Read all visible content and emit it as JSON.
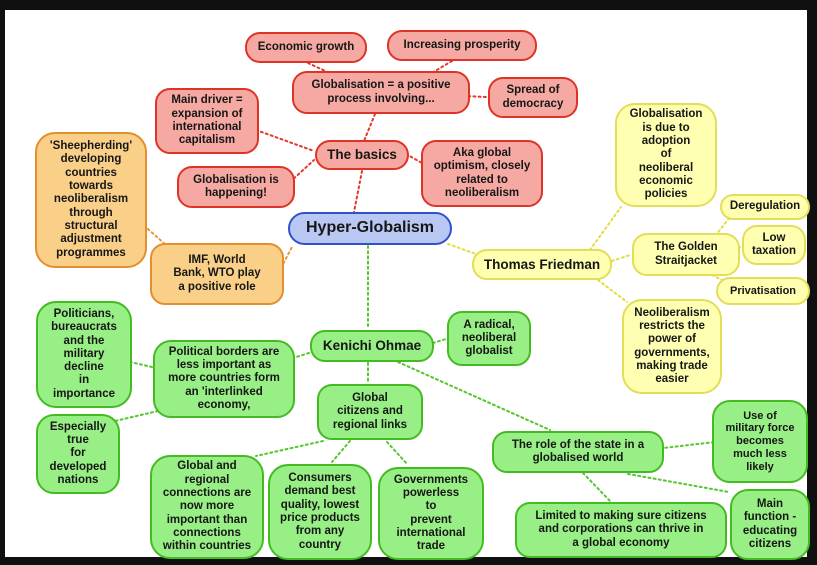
{
  "title": "Hyper-Globalism mind map",
  "colors": {
    "background": "#ffffff",
    "frame": "#101010",
    "red_fill": "#f5a9a2",
    "red_border": "#dd3427",
    "orange_fill": "#fad089",
    "orange_border": "#e2902e",
    "yellow_fill": "#feffb0",
    "yellow_border": "#e3de58",
    "green_fill": "#98ef85",
    "green_border": "#44bb22",
    "blue_fill": "#b9c8f2",
    "blue_border": "#2e52c9",
    "text": "#161616"
  },
  "nodes": [
    {
      "id": "economic-growth",
      "group": "red",
      "label": "Economic growth"
    },
    {
      "id": "increasing-prosperity",
      "group": "red",
      "label": "Increasing prosperity"
    },
    {
      "id": "globalisation-positive",
      "group": "red",
      "label": "Globalisation = a positive\nprocess involving..."
    },
    {
      "id": "spread-democracy",
      "group": "red",
      "label": "Spread of\ndemocracy"
    },
    {
      "id": "main-driver",
      "group": "red",
      "label": "Main driver =\nexpansion of\ninternational\ncapitalism"
    },
    {
      "id": "the-basics",
      "group": "red",
      "label": "The basics"
    },
    {
      "id": "globalisation-happening",
      "group": "red",
      "label": "Globalisation is\nhappening!"
    },
    {
      "id": "aka-global-optimism",
      "group": "red",
      "label": "Aka global\noptimism, closely\nrelated to\nneoliberalism"
    },
    {
      "id": "sheepherding",
      "group": "orange",
      "label": "'Sheepherding'\ndeveloping\ncountries\ntowards\nneoliberalism\nthrough\nstructural\nadjustment\nprogrammes"
    },
    {
      "id": "imf-world-bank",
      "group": "orange",
      "label": "IMF, World\nBank, WTO play\na positive role"
    },
    {
      "id": "hyper-globalism",
      "group": "blue",
      "label": "Hyper-Globalism"
    },
    {
      "id": "globalisation-due",
      "group": "yellow",
      "label": "Globalisation\nis due to\nadoption\nof\nneoliberal\neconomic\npolicies"
    },
    {
      "id": "deregulation",
      "group": "yellow",
      "label": "Deregulation"
    },
    {
      "id": "golden-straitjacket",
      "group": "yellow",
      "label": "The Golden\nStraitjacket"
    },
    {
      "id": "low-taxation",
      "group": "yellow",
      "label": "Low\ntaxation"
    },
    {
      "id": "privatisation",
      "group": "yellow",
      "label": "Privatisation"
    },
    {
      "id": "thomas-friedman",
      "group": "yellow",
      "label": "Thomas Friedman"
    },
    {
      "id": "neoliberalism-restricts",
      "group": "yellow",
      "label": "Neoliberalism\nrestricts the\npower of\ngovernments,\nmaking trade\neasier"
    },
    {
      "id": "radical-globalist",
      "group": "green",
      "label": "A radical,\nneoliberal\nglobalist"
    },
    {
      "id": "kenichi-ohmae",
      "group": "green",
      "label": "Kenichi Ohmae"
    },
    {
      "id": "politicians-decline",
      "group": "green",
      "label": "Politicians,\nbureaucrats\nand the\nmilitary\ndecline\nin\nimportance"
    },
    {
      "id": "political-borders",
      "group": "green",
      "label": "Political borders are\nless important as\nmore countries form\nan 'interlinked\neconomy,"
    },
    {
      "id": "especially-true",
      "group": "green",
      "label": "Especially\ntrue\nfor\ndeveloped\nnations"
    },
    {
      "id": "global-citizens",
      "group": "green",
      "label": "Global\ncitizens and\nregional links"
    },
    {
      "id": "global-regional-connections",
      "group": "green",
      "label": "Global and\nregional\nconnections are\nnow more\nimportant than\nconnections\nwithin countries"
    },
    {
      "id": "consumers-demand",
      "group": "green",
      "label": "Consumers\ndemand best\nquality, lowest\nprice products\nfrom any\ncountry"
    },
    {
      "id": "governments-powerless",
      "group": "green",
      "label": "Governments\npowerless\nto\nprevent\ninternational\ntrade"
    },
    {
      "id": "role-of-state",
      "group": "green",
      "label": "The role of the state in a\nglobalised world"
    },
    {
      "id": "military-force",
      "group": "green",
      "label": "Use of\nmilitary force\nbecomes\nmuch less\nlikely"
    },
    {
      "id": "limited-to",
      "group": "green",
      "label": "Limited to making sure citizens\nand corporations can thrive in\na global economy"
    },
    {
      "id": "main-function",
      "group": "green",
      "label": "Main\nfunction -\neducating\ncitizens"
    }
  ],
  "edges": [
    {
      "from": "globalisation-positive",
      "to": "economic-growth"
    },
    {
      "from": "globalisation-positive",
      "to": "increasing-prosperity"
    },
    {
      "from": "globalisation-positive",
      "to": "spread-democracy"
    },
    {
      "from": "the-basics",
      "to": "globalisation-positive"
    },
    {
      "from": "the-basics",
      "to": "main-driver"
    },
    {
      "from": "the-basics",
      "to": "globalisation-happening"
    },
    {
      "from": "the-basics",
      "to": "aka-global-optimism"
    },
    {
      "from": "hyper-globalism",
      "to": "the-basics"
    },
    {
      "from": "imf-world-bank",
      "to": "sheepherding"
    },
    {
      "from": "hyper-globalism",
      "to": "imf-world-bank"
    },
    {
      "from": "hyper-globalism",
      "to": "thomas-friedman"
    },
    {
      "from": "thomas-friedman",
      "to": "globalisation-due"
    },
    {
      "from": "thomas-friedman",
      "to": "golden-straitjacket"
    },
    {
      "from": "golden-straitjacket",
      "to": "deregulation"
    },
    {
      "from": "golden-straitjacket",
      "to": "low-taxation"
    },
    {
      "from": "golden-straitjacket",
      "to": "privatisation"
    },
    {
      "from": "thomas-friedman",
      "to": "neoliberalism-restricts"
    },
    {
      "from": "hyper-globalism",
      "to": "kenichi-ohmae"
    },
    {
      "from": "kenichi-ohmae",
      "to": "radical-globalist"
    },
    {
      "from": "kenichi-ohmae",
      "to": "political-borders"
    },
    {
      "from": "political-borders",
      "to": "politicians-decline"
    },
    {
      "from": "political-borders",
      "to": "especially-true"
    },
    {
      "from": "kenichi-ohmae",
      "to": "global-citizens"
    },
    {
      "from": "kenichi-ohmae",
      "to": "role-of-state"
    },
    {
      "from": "global-citizens",
      "to": "global-regional-connections"
    },
    {
      "from": "global-citizens",
      "to": "consumers-demand"
    },
    {
      "from": "global-citizens",
      "to": "governments-powerless"
    },
    {
      "from": "role-of-state",
      "to": "military-force"
    },
    {
      "from": "role-of-state",
      "to": "limited-to"
    },
    {
      "from": "role-of-state",
      "to": "main-function"
    }
  ]
}
